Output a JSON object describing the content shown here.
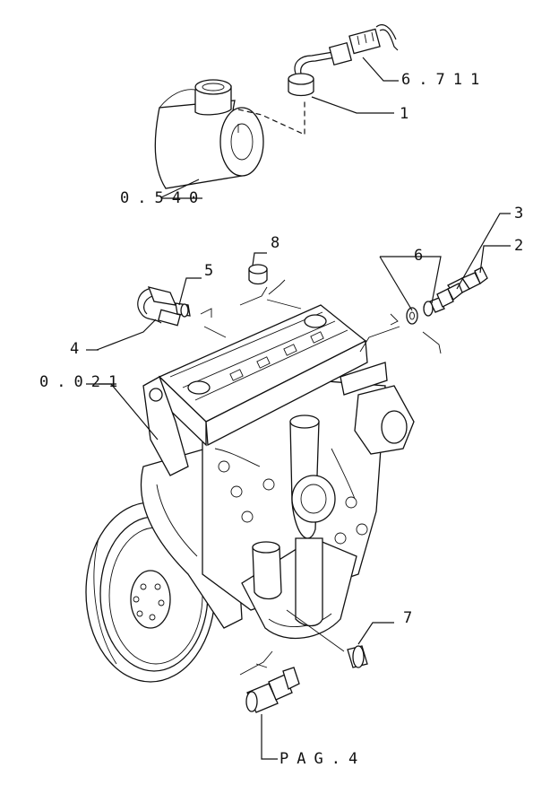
{
  "references": {
    "ref_6711": "6.711",
    "ref_0540": "0.540",
    "ref_0021": "0.021",
    "ref_pag4": "PAG.4"
  },
  "callouts": {
    "c1": "1",
    "c2": "2",
    "c3": "3",
    "c4": "4",
    "c5": "5",
    "c6": "6",
    "c7": "7",
    "c8": "8"
  }
}
